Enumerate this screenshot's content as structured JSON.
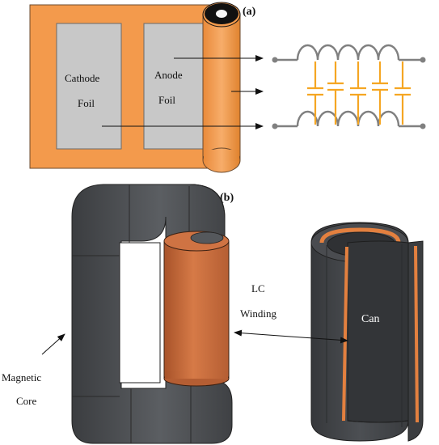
{
  "panel_a": {
    "label": "(a)",
    "cathode_line1": "Cathode",
    "cathode_line2": "Foil",
    "anode_line1": "Anode",
    "anode_line2": "Foil"
  },
  "panel_b": {
    "label": "(b)",
    "lc_line1": "LC",
    "lc_line2": "Winding",
    "can": "Can",
    "core_line1": "Magnetic",
    "core_line2": "Core"
  },
  "colors": {
    "sheet": "#f39a4c",
    "foil": "#c8c8c8",
    "inductor": "#808080",
    "capacitor": "#f5a623",
    "core": "#4d4f52",
    "winding": "#c56a3a",
    "can": "#3f4144"
  }
}
